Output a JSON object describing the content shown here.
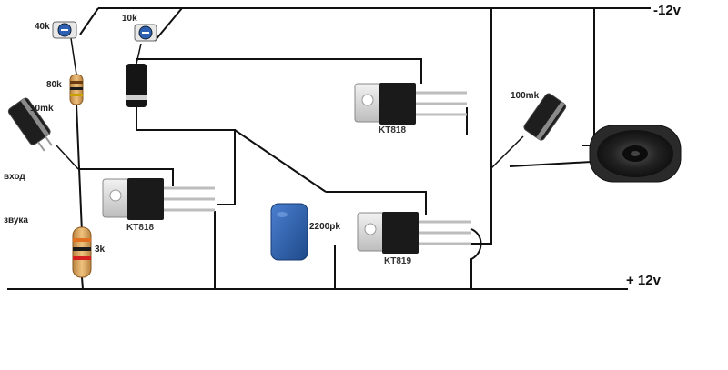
{
  "rails": {
    "negative": "-12v",
    "positive": "+ 12v"
  },
  "input_label": {
    "line1": "вход",
    "line2": "звука"
  },
  "components": {
    "pot_left": "40k",
    "pot_right": "10k",
    "resistor_top": "80k",
    "resistor_bottom": "3k",
    "cap_left": "10mk",
    "cap_right": "100mk",
    "cap_film": "2200pk",
    "transistor_left": "KT818",
    "transistor_top": "KT818",
    "transistor_bottom": "KT819"
  },
  "colors": {
    "wire": "#111111",
    "film_capacitor": "#2f5fa8",
    "transistor_body": "#1a1a1a",
    "heatsink_tab": "#d9d9d9",
    "resistor_body": "#d9a35c"
  }
}
